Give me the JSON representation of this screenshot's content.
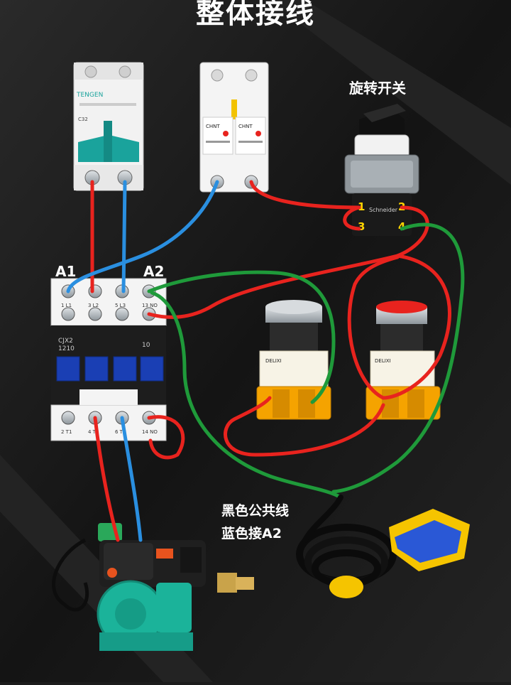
{
  "title": "整体接线",
  "labels": {
    "rotary_switch": "旋转开关",
    "coil_a1": "A1",
    "coil_a2": "A2",
    "note_line1": "黑色公共线",
    "note_line2": "蓝色接A2"
  },
  "breaker": {
    "brand": "TENGEN",
    "model": "C32"
  },
  "fuse_holder": {
    "brand_left": "CHNT",
    "brand_right": "CHNT"
  },
  "rotary_switch": {
    "brand": "Schneider",
    "terminals": [
      "1",
      "2",
      "3",
      "4"
    ]
  },
  "contactor": {
    "model_line1": "CJX2",
    "model_line2": "1210",
    "aux_rating": "10",
    "top_terminals": [
      "1 L1",
      "3 L2",
      "5 L3",
      "13 NO"
    ],
    "bottom_terminals": [
      "2 T1",
      "4 T2",
      "6 T3",
      "14 NO"
    ]
  },
  "buttons": {
    "brand_left": "DELIXI",
    "brand_right": "DELIXI"
  },
  "colors": {
    "wire_red": "#e8231e",
    "wire_blue": "#2a8fe0",
    "wire_green": "#1f9a3a",
    "background": "#1c1c1c",
    "terminal_number": "#ffd400",
    "pump_body": "#1bb39a",
    "float_body": "#f5c400"
  }
}
